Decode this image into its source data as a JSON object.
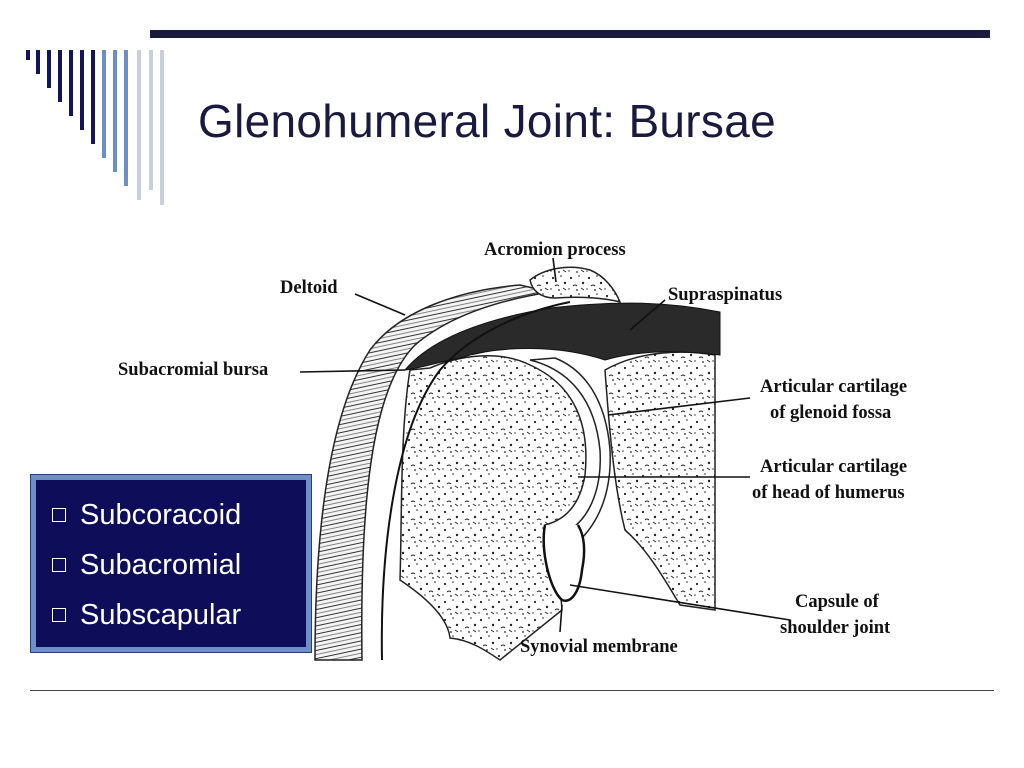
{
  "slide": {
    "title": "Glenohumeral Joint: Bursae",
    "colors": {
      "title_text": "#1a1a3e",
      "top_rule": "#1a1a3e",
      "box_background": "#0d0d5a",
      "box_border": "#6f8fc6",
      "box_text": "#ffffff",
      "deco_dark": "#14145a",
      "deco_mid": "#6b8fc7",
      "deco_light": "#c8d0da"
    }
  },
  "diagram": {
    "labels": {
      "acromion": "Acromion process",
      "deltoid": "Deltoid",
      "supraspinatus": "Supraspinatus",
      "subacromial_bursa": "Subacromial bursa",
      "glenoid_cartilage_line1": "Articular cartilage",
      "glenoid_cartilage_line2": "of glenoid fossa",
      "humerus_cartilage_line1": "Articular cartilage",
      "humerus_cartilage_line2": "of head of humerus",
      "capsule_line1": "Capsule of",
      "capsule_line2": "shoulder joint",
      "synovial": "Synovial membrane"
    }
  },
  "bullets": {
    "marker_icon": "hollow-square-bullet-icon",
    "items": [
      "Subcoracoid",
      "Subacromial",
      "Subscapular"
    ]
  }
}
